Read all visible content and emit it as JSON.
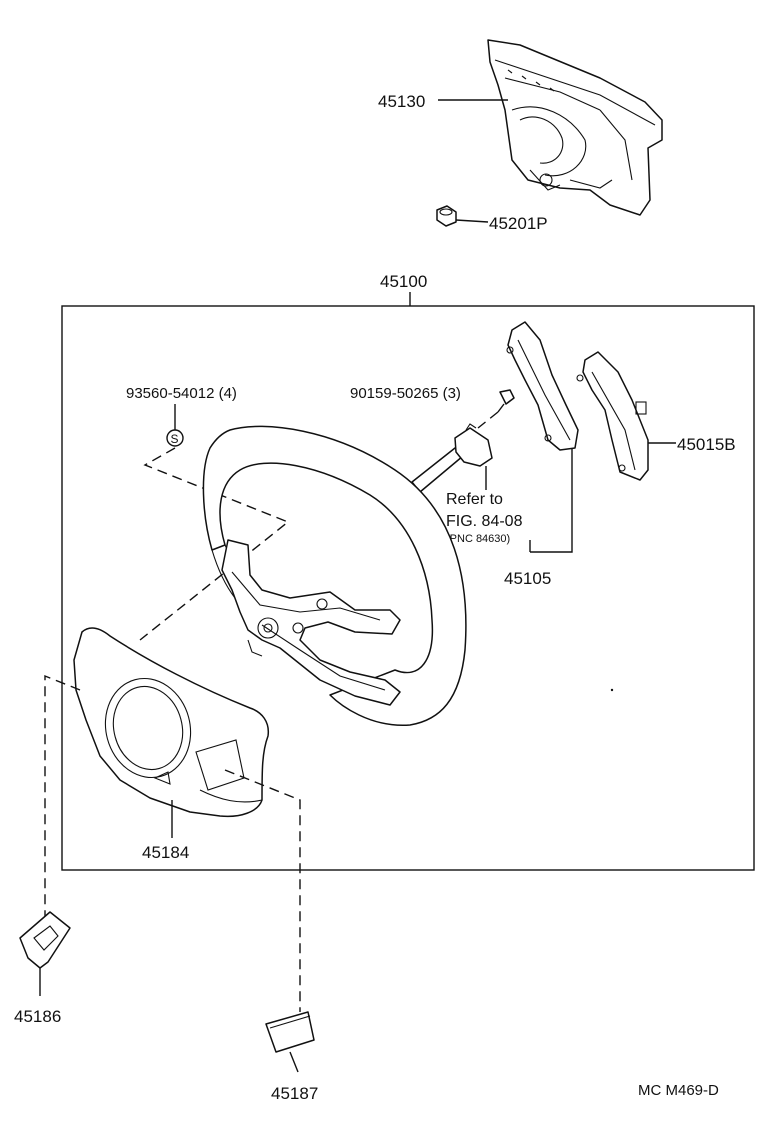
{
  "parts": {
    "p45130": "45130",
    "p45201P": "45201P",
    "p45100": "45100",
    "p93560": "93560-54012 (4)",
    "s_mark": "S",
    "p90159": "90159-50265 (3)",
    "p45015B": "45015B",
    "refer_line1": "Refer to",
    "refer_line2": "FIG. 84-08",
    "refer_line3": "(PNC 84630)",
    "p45105": "45105",
    "p45184": "45184",
    "p45186": "45186",
    "p45187": "45187"
  },
  "figure_code": "MC M469-D"
}
